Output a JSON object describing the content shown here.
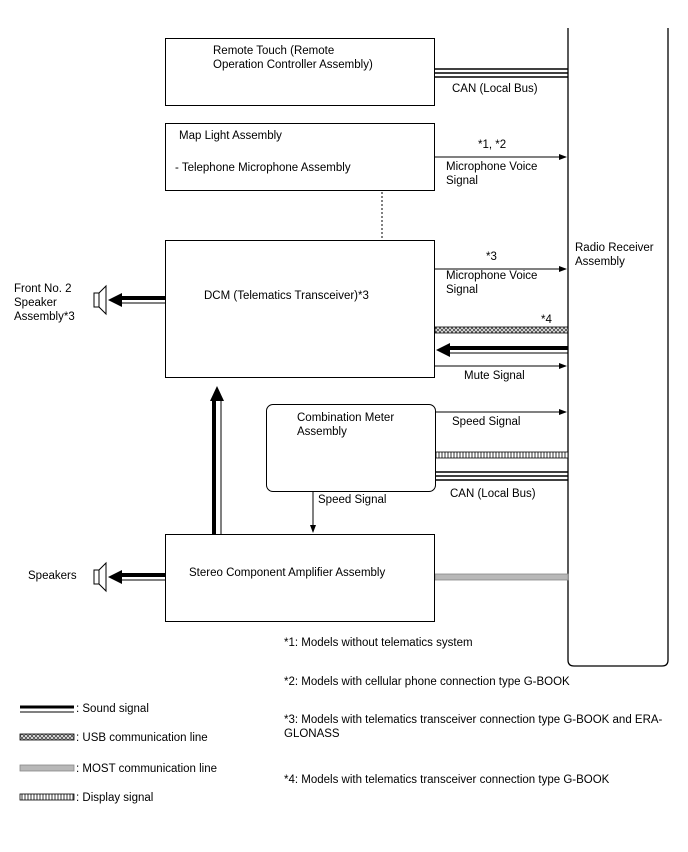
{
  "boxes": {
    "remote_touch": [
      "Remote Touch (Remote",
      "Operation Controller Assembly)"
    ],
    "map_light": "Map Light Assembly",
    "map_light_sub": "- Telephone Microphone Assembly",
    "dcm": "DCM (Telematics Transceiver)*3",
    "combination_meter": [
      "Combination Meter",
      "Assembly"
    ],
    "stereo_amp": "Stereo Component Amplifier Assembly",
    "radio_receiver": [
      "Radio Receiver",
      "Assembly"
    ]
  },
  "external": {
    "front_speaker": [
      "Front No. 2",
      "Speaker",
      "Assembly*3"
    ],
    "speakers": "Speakers"
  },
  "signals": {
    "can_top": "CAN (Local Bus)",
    "mic_note_1": "*1, *2",
    "mic_voice_1": [
      "Microphone Voice",
      "Signal"
    ],
    "mic_note_2": "*3",
    "mic_voice_2": [
      "Microphone Voice",
      "Signal"
    ],
    "usb_note": "*4",
    "mute": "Mute Signal",
    "speed_right": "Speed Signal",
    "can_bottom": "CAN (Local Bus)",
    "speed_down": "Speed Signal"
  },
  "notes": [
    "*1: Models without telematics system",
    "*2: Models with cellular phone connection type G-BOOK",
    [
      "*3: Models with telematics transceiver connection type G-BOOK and ERA-",
      "GLONASS"
    ],
    "*4: Models with telematics transceiver connection type G-BOOK"
  ],
  "legend": [
    {
      "label": ": Sound signal",
      "style": "sound"
    },
    {
      "label": ": USB communication line",
      "style": "usb"
    },
    {
      "label": ": MOST communication line",
      "style": "most"
    },
    {
      "label": ": Display signal",
      "style": "display"
    }
  ],
  "colors": {
    "line": "#000000",
    "most": "#b8b8b8",
    "usb_fill": "#9a9a9a"
  }
}
